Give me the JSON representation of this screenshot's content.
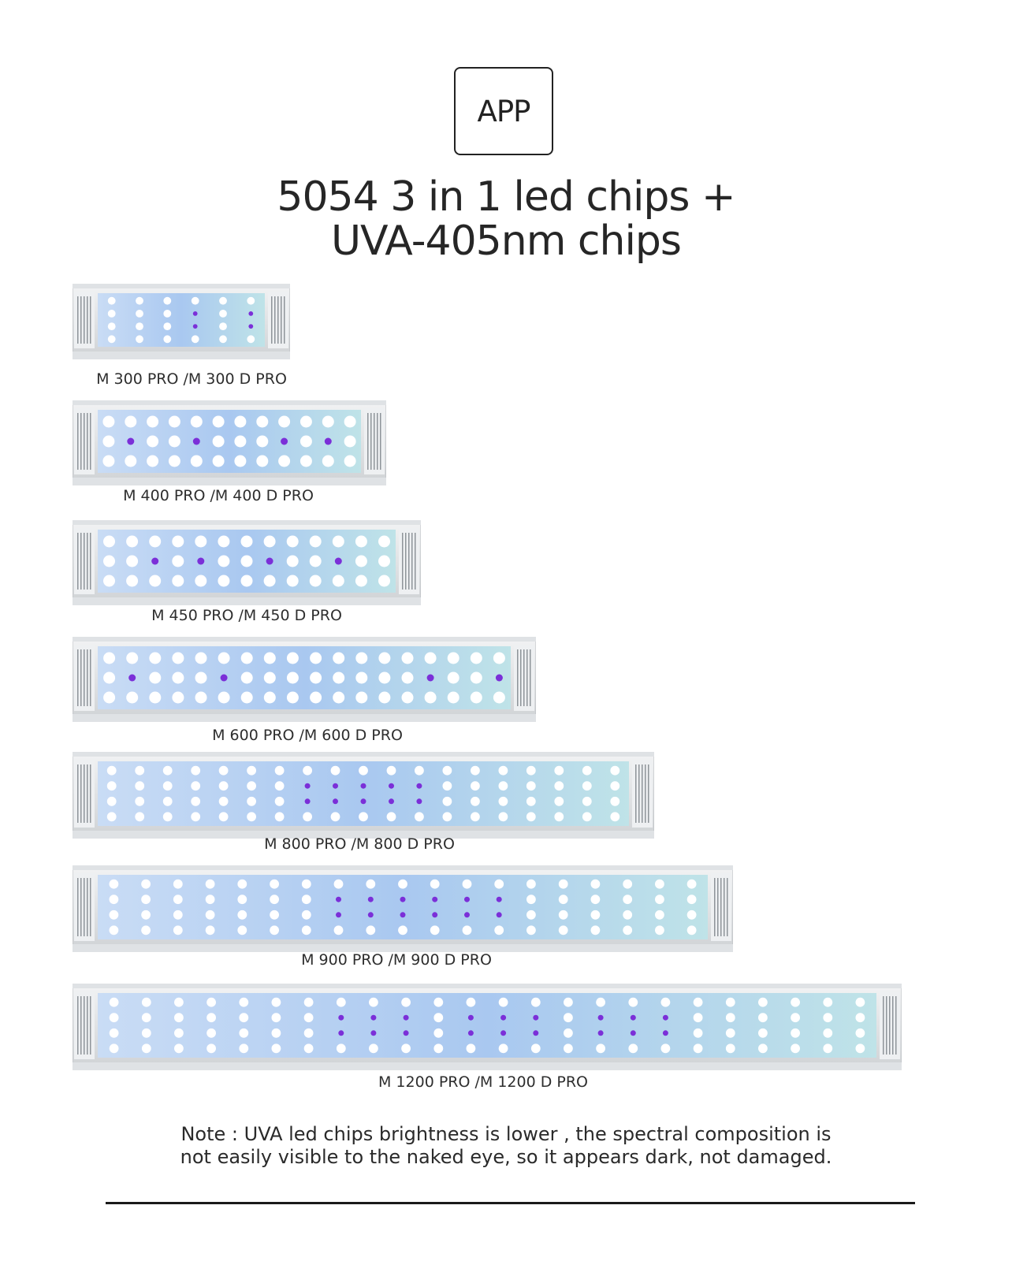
{
  "badge": {
    "label": "APP"
  },
  "title": {
    "line1": "5054 3 in 1 led chips +",
    "line2": "UVA-405nm chips"
  },
  "products": [
    {
      "label": "M 300 PRO /M 300 D PRO"
    },
    {
      "label": "M 400 PRO /M 400 D PRO"
    },
    {
      "label": "M 450 PRO /M 450 D PRO"
    },
    {
      "label": "M 600 PRO /M 600 D PRO"
    },
    {
      "label": "M 800 PRO /M 800 D PRO"
    },
    {
      "label": "M 900 PRO /M 900 D PRO"
    },
    {
      "label": "M 1200 PRO /M 1200 D PRO"
    }
  ],
  "note": {
    "line1": "Note : UVA led chips brightness is lower ,  the spectral composition is",
    "line2": "not easily visible to the naked eye, so it appears dark, not damaged."
  },
  "colors": {
    "led_white": "#ffffff",
    "led_uva": "#7b2fd8",
    "panel_blue": "#a9c8f0",
    "housing": "#e6e8ea"
  }
}
